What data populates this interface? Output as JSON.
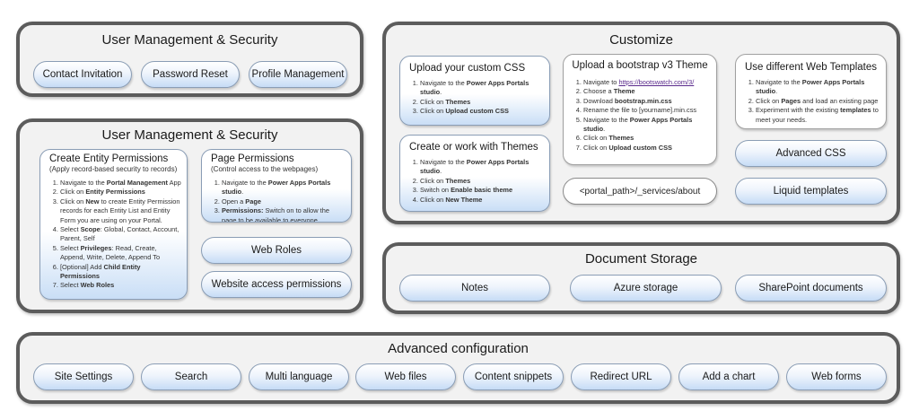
{
  "um_top": {
    "title": "User Management & Security",
    "buttons": [
      "Contact Invitation",
      "Password Reset",
      "Profile Management"
    ]
  },
  "um_main": {
    "title": "User Management & Security",
    "entity": {
      "title": "Create Entity Permissions",
      "subtitle": "(Apply record-based security to records)",
      "steps": [
        [
          {
            "t": "Navigate to the "
          },
          {
            "b": "Portal Management"
          },
          {
            "t": " App"
          }
        ],
        [
          {
            "t": "Click on "
          },
          {
            "b": "Entity Permissions"
          }
        ],
        [
          {
            "t": "Click on "
          },
          {
            "b": "New"
          },
          {
            "t": " to create Entity Permission records for each Entity List and Entity Form you are using on your Portal."
          }
        ],
        [
          {
            "t": "Select "
          },
          {
            "b": "Scope"
          },
          {
            "t": ": Global, Contact, Account, Parent, Self"
          }
        ],
        [
          {
            "t": "Select "
          },
          {
            "b": "Privileges"
          },
          {
            "t": ": Read, Create, Append, Write, Delete, Append To"
          }
        ],
        [
          {
            "t": "[Optional] Add "
          },
          {
            "b": "Child Entity Permissions"
          }
        ],
        [
          {
            "t": "Select "
          },
          {
            "b": "Web Roles"
          }
        ]
      ]
    },
    "page": {
      "title": "Page Permissions",
      "subtitle": "(Control access to the webpages)",
      "steps": [
        [
          {
            "t": "Navigate to the "
          },
          {
            "b": "Power Apps Portals studio"
          },
          {
            "t": "."
          }
        ],
        [
          {
            "t": "Open a "
          },
          {
            "b": "Page"
          }
        ],
        [
          {
            "b": "Permissions:"
          },
          {
            "t": " Switch on to allow the page to be available to everyone"
          }
        ]
      ]
    },
    "buttons": [
      "Web Roles",
      "Website access permissions"
    ]
  },
  "customize": {
    "title": "Customize",
    "upload_css": {
      "title": "Upload your custom CSS",
      "steps": [
        [
          {
            "t": "Navigate to the "
          },
          {
            "b": "Power Apps Portals studio"
          },
          {
            "t": "."
          }
        ],
        [
          {
            "t": "Click on "
          },
          {
            "b": "Themes"
          }
        ],
        [
          {
            "t": "Click on "
          },
          {
            "b": "Upload custom CSS"
          }
        ]
      ]
    },
    "themes": {
      "title": "Create or work with Themes",
      "steps": [
        [
          {
            "t": "Navigate to the "
          },
          {
            "b": "Power Apps Portals studio"
          },
          {
            "t": "."
          }
        ],
        [
          {
            "t": "Click on "
          },
          {
            "b": "Themes"
          }
        ],
        [
          {
            "t": "Switch on "
          },
          {
            "b": "Enable basic theme"
          }
        ],
        [
          {
            "t": "Click on "
          },
          {
            "b": "New Theme"
          }
        ]
      ]
    },
    "bootstrap": {
      "title": "Upload a bootstrap v3 Theme",
      "steps": [
        [
          {
            "t": "Navigate to "
          },
          {
            "l": "https://bootswatch.com/3/"
          }
        ],
        [
          {
            "t": "Choose a "
          },
          {
            "b": "Theme"
          }
        ],
        [
          {
            "t": "Download "
          },
          {
            "b": "bootstrap.min.css"
          }
        ],
        [
          {
            "t": "Rename the file to [yourname].min.css"
          }
        ],
        [
          {
            "t": "Navigate to the "
          },
          {
            "b": "Power Apps Portals studio"
          },
          {
            "t": "."
          }
        ],
        [
          {
            "t": "Click on "
          },
          {
            "b": "Themes"
          }
        ],
        [
          {
            "t": "Click on "
          },
          {
            "b": "Upload custom CSS"
          }
        ]
      ]
    },
    "portal_path": "<portal_path>/_services/about",
    "web_templates": {
      "title": "Use different Web Templates",
      "steps": [
        [
          {
            "t": "Navigate to the "
          },
          {
            "b": "Power Apps Portals studio"
          },
          {
            "t": "."
          }
        ],
        [
          {
            "t": "Click on "
          },
          {
            "b": "Pages"
          },
          {
            "t": " and load an existing page"
          }
        ],
        [
          {
            "t": "Experiment with the existing "
          },
          {
            "b": "templates"
          },
          {
            "t": " to meet your needs."
          }
        ]
      ]
    },
    "buttons": [
      "Advanced CSS",
      "Liquid templates"
    ]
  },
  "document_storage": {
    "title": "Document Storage",
    "buttons": [
      "Notes",
      "Azure storage",
      "SharePoint documents"
    ]
  },
  "advanced": {
    "title": "Advanced configuration",
    "buttons": [
      "Site Settings",
      "Search",
      "Multi language",
      "Web files",
      "Content snippets",
      "Redirect URL",
      "Add a chart",
      "Web forms"
    ]
  }
}
